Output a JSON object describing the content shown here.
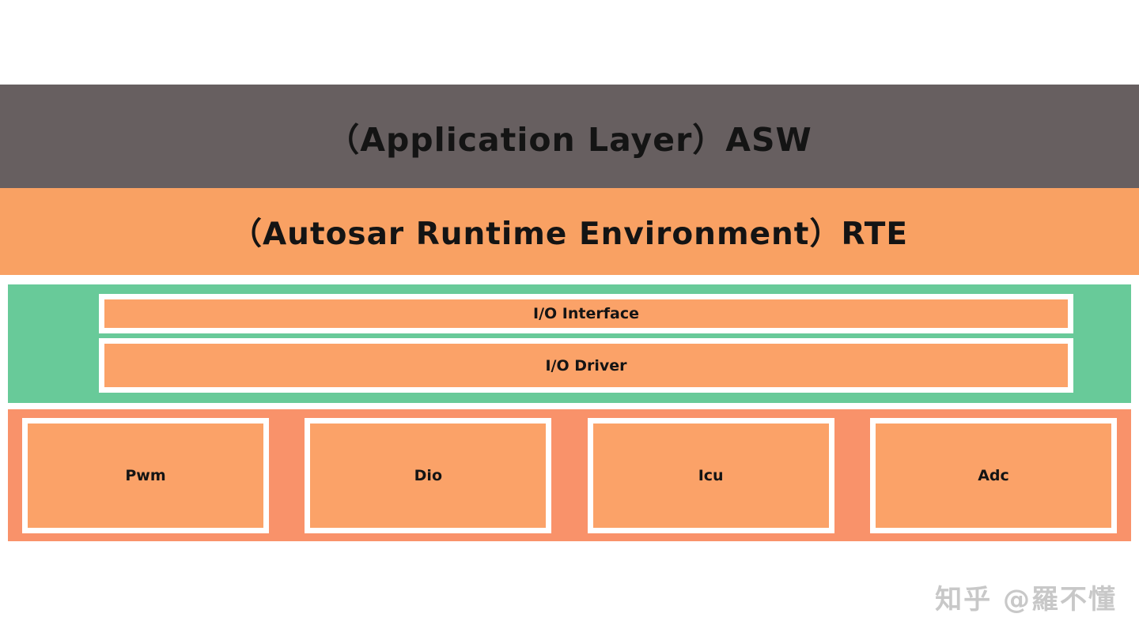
{
  "diagram": {
    "title_layer_asw": "（Application Layer）ASW",
    "title_layer_rte": "（Autosar Runtime Environment）RTE",
    "io": {
      "interface_label": "I/O Interface",
      "driver_label": "I/O Driver"
    },
    "drivers": [
      {
        "label": "Pwm"
      },
      {
        "label": "Dio"
      },
      {
        "label": "Icu"
      },
      {
        "label": "Adc"
      }
    ],
    "watermark": "知乎 @羅不懂",
    "colors": {
      "asw_band": "#675f60",
      "rte_band": "#f9a163",
      "green_section": "#68ca99",
      "driver_section": "#f9926a",
      "inner_box": "#fba268",
      "box_border": "#ffffff",
      "text": "#141414",
      "watermark": "#c8c8c8"
    }
  }
}
